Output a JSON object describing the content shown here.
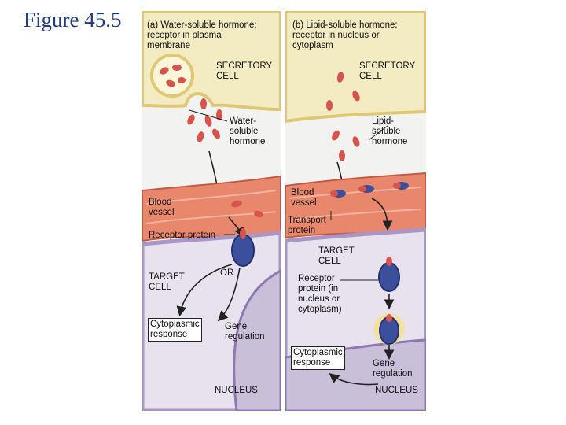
{
  "figure_title": "Figure 45.5",
  "panel_a": {
    "heading": "(a) Water-soluble hormone;\n     receptor in plasma\n     membrane",
    "secretory_cell": "SECRETORY\nCELL",
    "hormone": "Water-\nsoluble\nhormone",
    "blood_vessel": "Blood\nvessel",
    "receptor_protein": "Receptor protein",
    "target_cell": "TARGET\nCELL",
    "or_label": "OR",
    "cytoplasmic_response": "Cytoplasmic\nresponse",
    "gene_regulation": "Gene\nregulation",
    "nucleus": "NUCLEUS"
  },
  "panel_b": {
    "heading": "(b) Lipid-soluble hormone;\n     receptor in nucleus or\n     cytoplasm",
    "secretory_cell": "SECRETORY\nCELL",
    "hormone": "Lipid-\nsoluble\nhormone",
    "blood_vessel": "Blood\nvessel",
    "transport_protein": "Transport\nprotein",
    "target_cell": "TARGET\nCELL",
    "receptor_protein": "Receptor\nprotein (in\nnucleus or\ncytoplasm)",
    "cytoplasmic_response": "Cytoplasmic\nresponse",
    "gene_regulation": "Gene\nregulation",
    "nucleus": "NUCLEUS"
  },
  "colors": {
    "secretory_cell_fill": "#f3ecc2",
    "vessel_fill": "#e9876c",
    "target_cell_fill": "#e7e2ee",
    "nucleus_fill": "#c9bfd9",
    "hormone_fill": "#d9534d",
    "receptor_fill": "#3b4f9c"
  }
}
